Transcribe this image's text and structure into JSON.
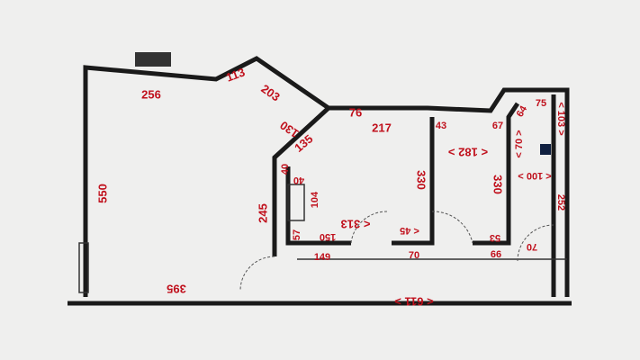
{
  "labels": {
    "top_left_wall": "256",
    "diag_a": "113",
    "diag_b": "203",
    "diag_c": "130",
    "top_hall": "76",
    "kitchen_top": "217",
    "kitchen_diag": "135",
    "room2_top_left": "43",
    "room2_top_right": "67",
    "bath_top": "75",
    "bath_diag": "64",
    "bath_right_top": "< 103 >",
    "room2_width": "< 182 >",
    "bath_small": "< 70 >",
    "kitchen_side_a": "40",
    "kitchen_side_b": "40",
    "kitchen_counter": "104",
    "kitchen_height": "330",
    "room2_height": "330",
    "bath_width": "< 100 >",
    "bath_right": "252",
    "left_wall": "550",
    "partition": "245",
    "kitchen_bottom": "< 313",
    "kitchen_bottom_left": "150",
    "kitchen_corner": "57",
    "kitchen_door": "< 45",
    "room2_corner": "53",
    "hall_left": "149",
    "hall_mid": "70",
    "hall_right": "66",
    "bath_door": "70",
    "bottom_left": "395",
    "bottom_total": "< 611 >"
  },
  "colors": {
    "dimension": "#c0101c",
    "wall": "#1a1a1a",
    "background": "#efefee"
  }
}
